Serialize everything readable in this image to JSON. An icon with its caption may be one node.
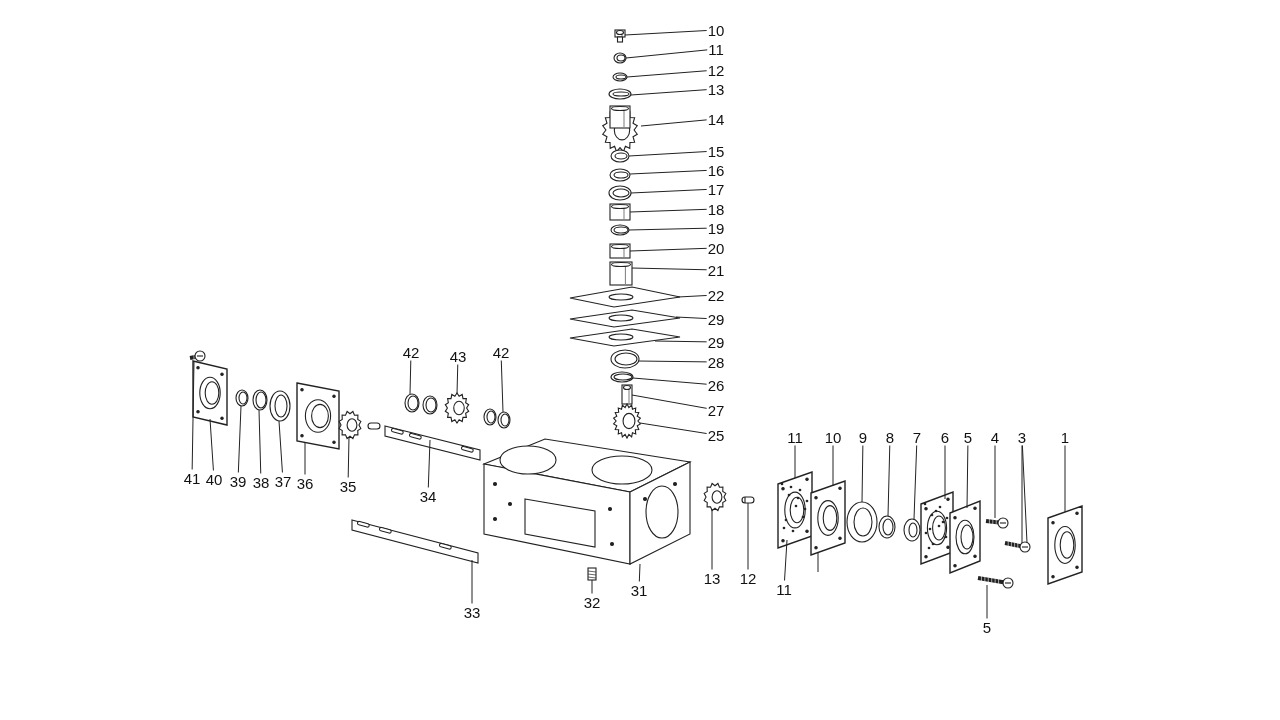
{
  "diagram": {
    "nodes": [
      {
        "text": [
          "10"
        ]
      },
      {
        "text": [
          "11"
        ]
      },
      {
        "text": [
          "12"
        ]
      },
      {
        "text": [
          "13"
        ]
      },
      {
        "text": [
          "14"
        ]
      },
      {
        "text": [
          "15"
        ]
      },
      {
        "text": [
          "16"
        ]
      },
      {
        "text": [
          "17"
        ]
      },
      {
        "text": [
          "18"
        ]
      },
      {
        "text": [
          "19"
        ]
      },
      {
        "text": [
          "20"
        ]
      },
      {
        "text": [
          "21"
        ]
      },
      {
        "text": [
          "22"
        ]
      },
      {
        "text": [
          "29"
        ]
      },
      {
        "text": [
          "29"
        ]
      },
      {
        "text": [
          "28"
        ]
      },
      {
        "text": [
          "26"
        ]
      },
      {
        "text": [
          "27"
        ]
      },
      {
        "text": [
          "25"
        ]
      },
      {
        "text": [
          "42"
        ]
      },
      {
        "text": [
          "43"
        ]
      },
      {
        "text": [
          "42"
        ]
      },
      {
        "text": [
          "41"
        ]
      },
      {
        "text": [
          "40"
        ]
      },
      {
        "text": [
          "39"
        ]
      },
      {
        "text": [
          "38"
        ]
      },
      {
        "text": [
          "37"
        ]
      },
      {
        "text": [
          "36"
        ]
      },
      {
        "text": [
          "35"
        ]
      },
      {
        "text": [
          "34"
        ]
      },
      {
        "text": [
          "11"
        ]
      },
      {
        "text": [
          "10"
        ]
      },
      {
        "text": [
          "9"
        ]
      },
      {
        "text": [
          "8"
        ]
      },
      {
        "text": [
          "7"
        ]
      },
      {
        "text": [
          "6"
        ]
      },
      {
        "text": [
          "5"
        ]
      },
      {
        "text": [
          "4"
        ]
      },
      {
        "text": [
          "3"
        ]
      },
      {
        "text": [
          "1"
        ]
      },
      {
        "text": [
          "13"
        ]
      },
      {
        "text": [
          "12"
        ]
      },
      {
        "text": [
          "11"
        ]
      },
      {
        "text": [
          "32"
        ]
      },
      {
        "text": [
          "31"
        ]
      },
      {
        "text": [
          "33"
        ]
      },
      {
        "text": [
          "5"
        ]
      },
      {
        "text": [],
        "shape": "picture"
      },
      {
        "text": [],
        "shape": "picture"
      },
      {
        "text": [],
        "shape": "picture"
      },
      {
        "text": [],
        "shape": "picture"
      },
      {
        "text": [],
        "shape": "picture"
      },
      {
        "text": [],
        "shape": "picture"
      },
      {
        "text": [],
        "shape": "picture"
      },
      {
        "text": [],
        "shape": "picture"
      },
      {
        "text": [],
        "shape": "picture"
      },
      {
        "text": [],
        "shape": "picture"
      },
      {
        "text": [],
        "shape": "picture"
      },
      {
        "text": [],
        "shape": "picture"
      },
      {
        "text": [],
        "shape": "picture"
      },
      {
        "text": [],
        "shape": "picture"
      },
      {
        "text": [],
        "shape": "picture"
      },
      {
        "text": [],
        "shape": "picture"
      },
      {
        "text": [],
        "shape": "picture"
      },
      {
        "text": [],
        "shape": "picture"
      },
      {
        "text": [],
        "shape": "picture"
      },
      {
        "text": [],
        "shape": "picture"
      },
      {
        "text": [],
        "shape": "picture"
      },
      {
        "text": [],
        "shape": "picture"
      },
      {
        "text": [],
        "shape": "picture"
      },
      {
        "text": [],
        "shape": "picture"
      },
      {
        "text": [],
        "shape": "picture"
      },
      {
        "text": [],
        "shape": "picture"
      },
      {
        "text": [],
        "shape": "picture"
      },
      {
        "text": [],
        "shape": "picture"
      },
      {
        "text": [],
        "shape": "picture"
      },
      {
        "text": [],
        "shape": "picture"
      },
      {
        "text": [],
        "shape": "picture"
      },
      {
        "text": [],
        "shape": "picture"
      },
      {
        "text": [],
        "shape": "picture"
      },
      {
        "text": [],
        "shape": "picture"
      },
      {
        "text": [],
        "shape": "picture"
      },
      {
        "text": [],
        "shape": "picture"
      },
      {
        "text": [],
        "shape": "picture"
      },
      {
        "text": [],
        "shape": "picture"
      },
      {
        "text": [],
        "shape": "picture"
      },
      {
        "text": [],
        "shape": "picture"
      },
      {
        "text": [],
        "shape": "picture"
      },
      {
        "text": [],
        "shape": "picture"
      },
      {
        "text": [],
        "shape": "picture"
      },
      {
        "text": [],
        "shape": "picture"
      },
      {
        "text": [],
        "shape": "picture"
      },
      {
        "text": [],
        "shape": "picture"
      }
    ],
    "edges": [
      {
        "from": 0,
        "to": 47,
        "arrow": "none"
      },
      {
        "from": 1,
        "to": 48,
        "arrow": "none"
      },
      {
        "from": 2,
        "to": 49,
        "arrow": "none"
      },
      {
        "from": 3,
        "to": 50,
        "arrow": "none"
      },
      {
        "from": 4,
        "to": 51,
        "arrow": "none"
      },
      {
        "from": 5,
        "to": 52,
        "arrow": "none"
      },
      {
        "from": 6,
        "to": 53,
        "arrow": "none"
      },
      {
        "from": 7,
        "to": 54,
        "arrow": "none"
      },
      {
        "from": 8,
        "to": 55,
        "arrow": "none"
      },
      {
        "from": 9,
        "to": 56,
        "arrow": "none"
      },
      {
        "from": 10,
        "to": 57,
        "arrow": "none"
      },
      {
        "from": 11,
        "to": 58,
        "arrow": "none"
      },
      {
        "from": 12,
        "to": 59,
        "arrow": "none"
      },
      {
        "from": 13,
        "to": 60,
        "arrow": "none"
      },
      {
        "from": 14,
        "to": 61,
        "arrow": "none"
      },
      {
        "from": 15,
        "to": 62,
        "arrow": "none"
      },
      {
        "from": 16,
        "to": 63,
        "arrow": "none"
      },
      {
        "from": 17,
        "to": 64,
        "arrow": "none"
      },
      {
        "from": 18,
        "to": 65,
        "arrow": "none"
      },
      {
        "from": 19,
        "to": 66,
        "arrow": "none"
      },
      {
        "from": 20,
        "to": 67,
        "arrow": "none"
      },
      {
        "from": 21,
        "to": 68,
        "arrow": "none"
      },
      {
        "from": 22,
        "to": 69,
        "arrow": "none"
      },
      {
        "from": 23,
        "to": 70,
        "arrow": "none"
      },
      {
        "from": 24,
        "to": 71,
        "arrow": "none"
      },
      {
        "from": 25,
        "to": 72,
        "arrow": "none"
      },
      {
        "from": 26,
        "to": 73,
        "arrow": "none"
      },
      {
        "from": 27,
        "to": 74,
        "arrow": "none"
      },
      {
        "from": 28,
        "to": 75,
        "arrow": "none"
      },
      {
        "from": 29,
        "to": 76,
        "arrow": "none"
      },
      {
        "from": 30,
        "to": 77,
        "arrow": "none"
      },
      {
        "from": 31,
        "to": 78,
        "arrow": "none"
      },
      {
        "from": 32,
        "to": 79,
        "arrow": "none"
      },
      {
        "from": 33,
        "to": 80,
        "arrow": "none"
      },
      {
        "from": 34,
        "to": 81,
        "arrow": "none"
      },
      {
        "from": 35,
        "to": 82,
        "arrow": "none"
      },
      {
        "from": 36,
        "to": 83,
        "arrow": "none"
      },
      {
        "from": 37,
        "to": 84,
        "arrow": "none"
      },
      {
        "from": 38,
        "to": 85,
        "arrow": "none"
      },
      {
        "from": 38,
        "to": 85,
        "arrow": "none"
      },
      {
        "from": 39,
        "to": 86,
        "arrow": "none"
      },
      {
        "from": 40,
        "to": 87,
        "arrow": "none"
      },
      {
        "from": 41,
        "to": 88,
        "arrow": "none"
      },
      {
        "from": 42,
        "to": 77,
        "arrow": "none"
      },
      {
        "from": 43,
        "to": 89,
        "arrow": "none"
      },
      {
        "from": 44,
        "to": 90,
        "arrow": "none"
      },
      {
        "from": 45,
        "to": 91,
        "arrow": "none"
      },
      {
        "from": 46,
        "to": 92,
        "arrow": "none"
      },
      {
        "from": null,
        "to": 78,
        "arrow": "none"
      }
    ]
  }
}
